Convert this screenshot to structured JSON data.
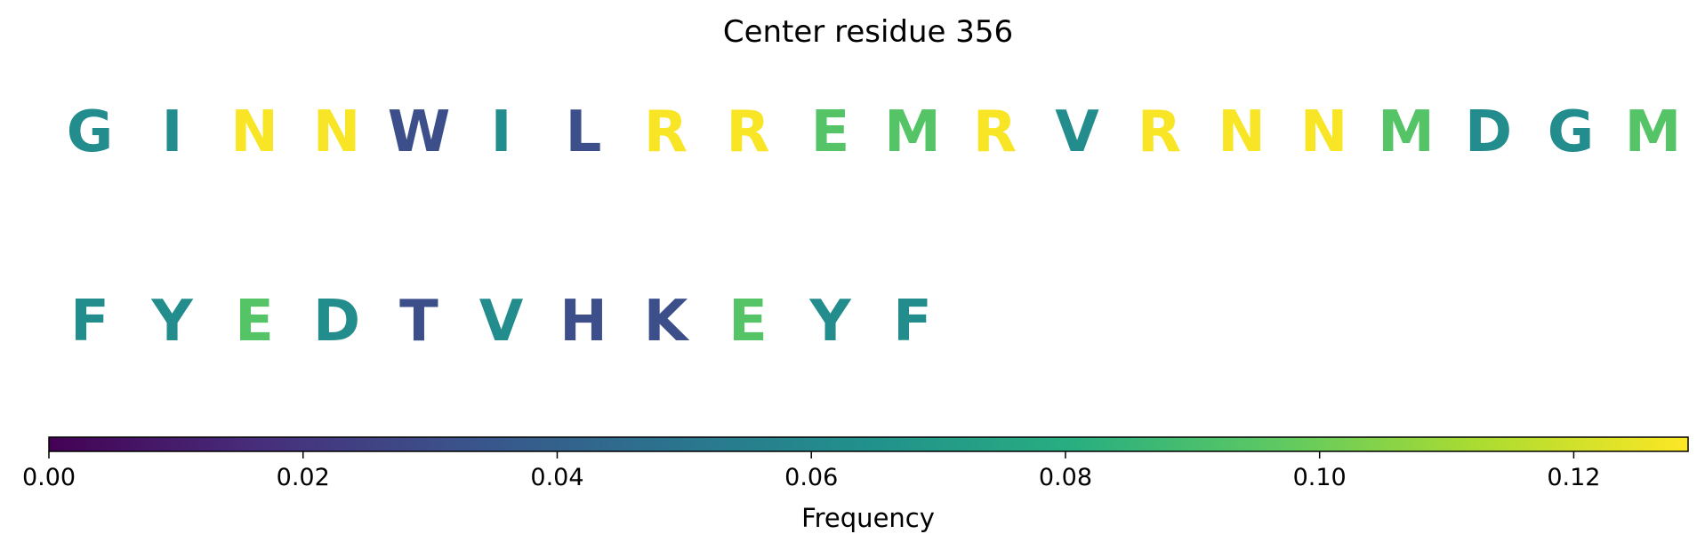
{
  "chart_data": {
    "type": "table",
    "title": "Center residue 356",
    "rows": [
      [
        {
          "letter": "G",
          "value": 0.062
        },
        {
          "letter": "I",
          "value": 0.062
        },
        {
          "letter": "N",
          "value": 0.128
        },
        {
          "letter": "N",
          "value": 0.128
        },
        {
          "letter": "W",
          "value": 0.031
        },
        {
          "letter": "I",
          "value": 0.062
        },
        {
          "letter": "L",
          "value": 0.031
        },
        {
          "letter": "R",
          "value": 0.128
        },
        {
          "letter": "R",
          "value": 0.128
        },
        {
          "letter": "E",
          "value": 0.094
        },
        {
          "letter": "M",
          "value": 0.094
        },
        {
          "letter": "R",
          "value": 0.128
        },
        {
          "letter": "V",
          "value": 0.062
        },
        {
          "letter": "R",
          "value": 0.128
        },
        {
          "letter": "N",
          "value": 0.128
        },
        {
          "letter": "N",
          "value": 0.128
        },
        {
          "letter": "M",
          "value": 0.094
        },
        {
          "letter": "D",
          "value": 0.062
        },
        {
          "letter": "G",
          "value": 0.062
        },
        {
          "letter": "M",
          "value": 0.094
        }
      ],
      [
        {
          "letter": "F",
          "value": 0.062
        },
        {
          "letter": "Y",
          "value": 0.062
        },
        {
          "letter": "E",
          "value": 0.094
        },
        {
          "letter": "D",
          "value": 0.062
        },
        {
          "letter": "T",
          "value": 0.031
        },
        {
          "letter": "V",
          "value": 0.062
        },
        {
          "letter": "H",
          "value": 0.031
        },
        {
          "letter": "K",
          "value": 0.031
        },
        {
          "letter": "E",
          "value": 0.094
        },
        {
          "letter": "Y",
          "value": 0.062
        },
        {
          "letter": "F",
          "value": 0.062
        }
      ]
    ],
    "colorbar": {
      "label": "Frequency",
      "colormap": "viridis",
      "range": [
        0,
        0.129
      ],
      "ticks": [
        {
          "value": 0.0,
          "label": "0.00"
        },
        {
          "value": 0.02,
          "label": "0.02"
        },
        {
          "value": 0.04,
          "label": "0.04"
        },
        {
          "value": 0.06,
          "label": "0.06"
        },
        {
          "value": 0.08,
          "label": "0.08"
        },
        {
          "value": 0.1,
          "label": "0.10"
        },
        {
          "value": 0.12,
          "label": "0.12"
        }
      ]
    }
  }
}
